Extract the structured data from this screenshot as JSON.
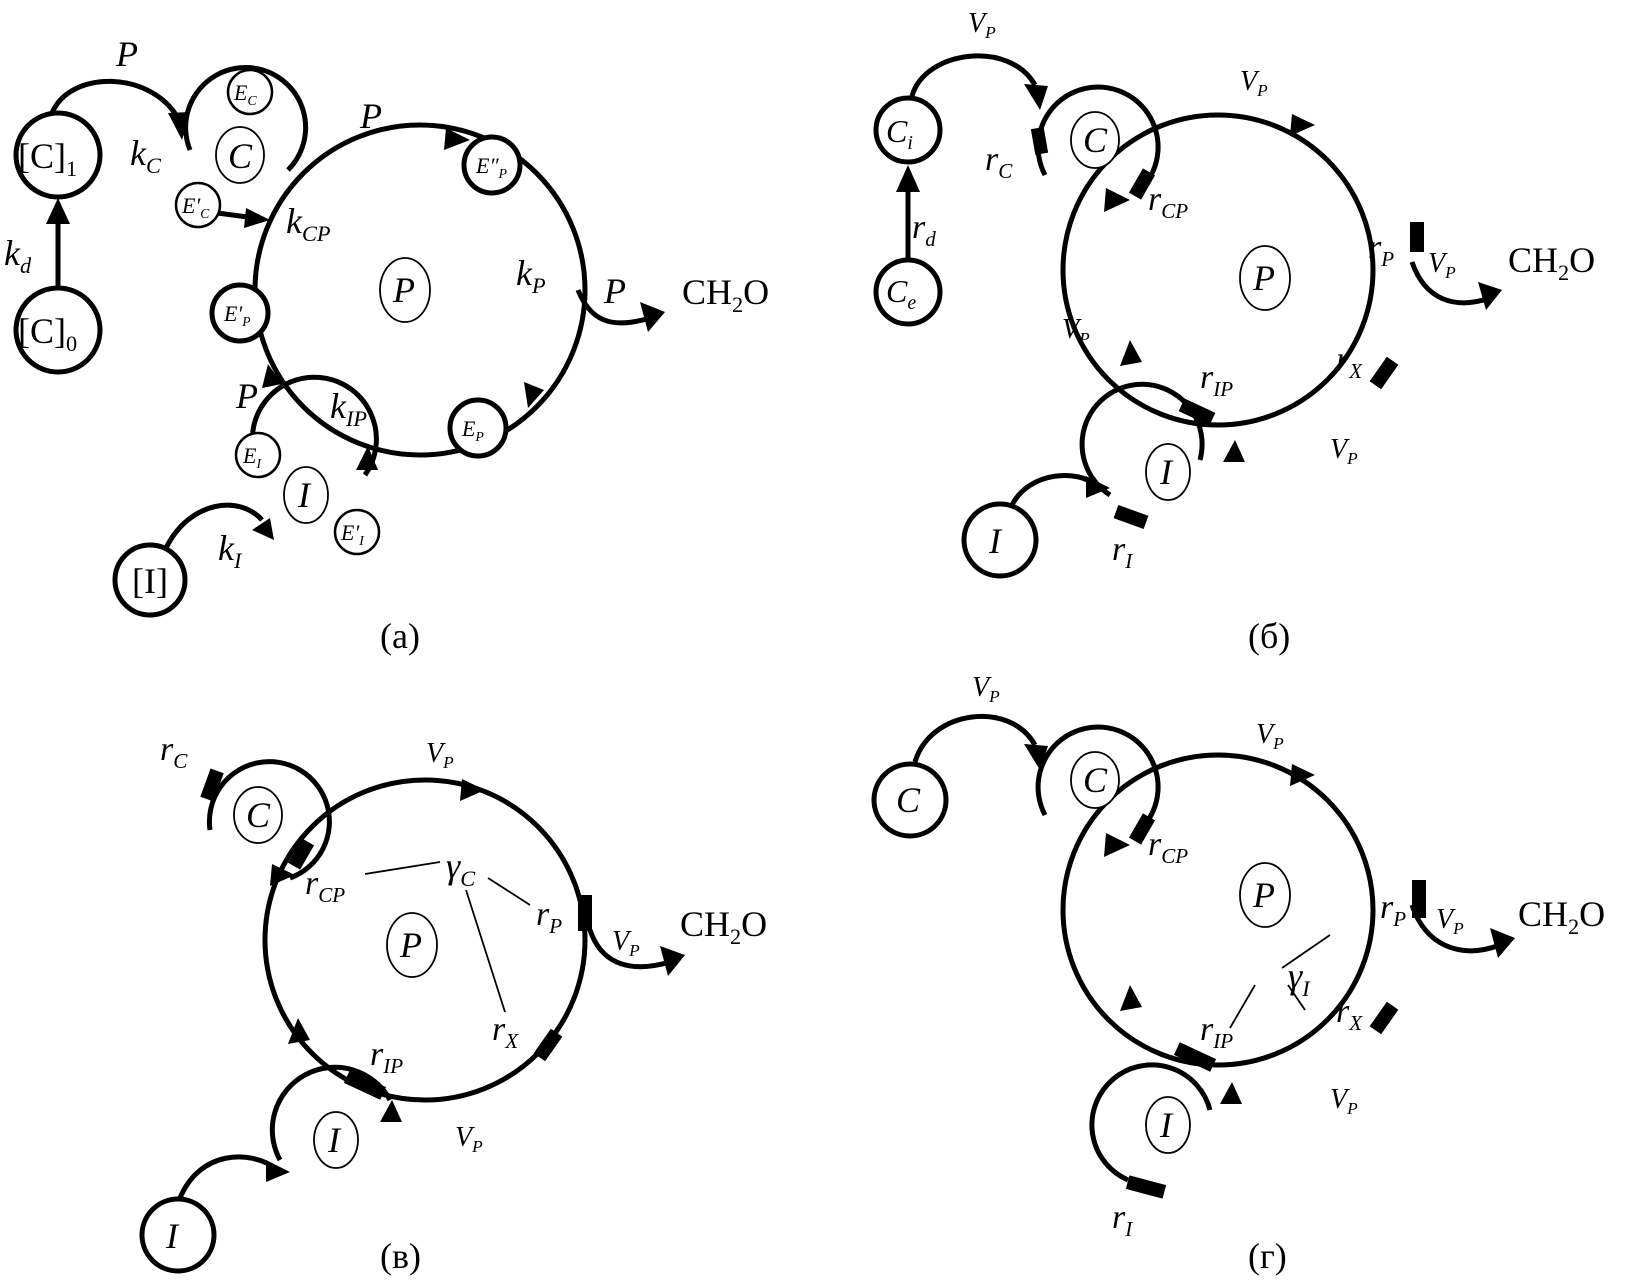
{
  "panels": {
    "a": {
      "caption": "(а)",
      "node_c1": "[C]",
      "node_c1_sub": "1",
      "node_c0": "[C]",
      "node_c0_sub": "0",
      "node_i": "[I]",
      "kd": "k",
      "kd_sub": "d",
      "kc": "k",
      "kc_sub": "C",
      "kcp": "k",
      "kcp_sub": "CP",
      "kp": "k",
      "kp_sub": "P",
      "kip": "k",
      "kip_sub": "IP",
      "ki": "k",
      "ki_sub": "I",
      "p_top": "P",
      "p_mid": "P",
      "p_out": "P",
      "p_low": "P",
      "circle_c": "C",
      "circle_p": "P",
      "circle_i": "I",
      "ec": "E",
      "ec_sub": "C",
      "ec_prime": "E′",
      "ec_prime_sub": "C",
      "ep_dprime": "E″",
      "ep_dprime_sub": "P",
      "ep_prime": "E′",
      "ep_prime_sub": "P",
      "ep": "E",
      "ep_sub": "P",
      "ei": "E",
      "ei_sub": "I",
      "ei_prime": "E′",
      "ei_prime_sub": "I",
      "product": "CH",
      "product_sub": "2",
      "product_tail": "O"
    },
    "b": {
      "caption": "(б)",
      "node_ci": "C",
      "node_ci_sub": "i",
      "node_ce": "C",
      "node_ce_sub": "e",
      "node_i": "I",
      "circle_c": "C",
      "circle_p": "P",
      "circle_i": "I",
      "rd": "r",
      "rd_sub": "d",
      "rc": "r",
      "rc_sub": "C",
      "rcp": "r",
      "rcp_sub": "CP",
      "rp": "r",
      "rp_sub": "P",
      "rx": "r",
      "rx_sub": "X",
      "rip": "r",
      "rip_sub": "IP",
      "ri": "r",
      "ri_sub": "I",
      "vp": "V",
      "vp_sub": "P",
      "product": "CH",
      "product_sub": "2",
      "product_tail": "O"
    },
    "v": {
      "caption": "(в)",
      "node_i": "I",
      "circle_c": "C",
      "circle_p": "P",
      "circle_i": "I",
      "rc": "r",
      "rc_sub": "C",
      "rcp": "r",
      "rcp_sub": "CP",
      "rp": "r",
      "rp_sub": "P",
      "rx": "r",
      "rx_sub": "X",
      "rip": "r",
      "rip_sub": "IP",
      "gamma": "γ",
      "gamma_sub": "C",
      "vp": "V",
      "vp_sub": "P",
      "product": "CH",
      "product_sub": "2",
      "product_tail": "O"
    },
    "g": {
      "caption": "(г)",
      "node_c": "C",
      "circle_c": "C",
      "circle_p": "P",
      "circle_i": "I",
      "rcp": "r",
      "rcp_sub": "CP",
      "rp": "r",
      "rp_sub": "P",
      "rx": "r",
      "rx_sub": "X",
      "rip": "r",
      "rip_sub": "IP",
      "ri": "r",
      "ri_sub": "I",
      "gamma": "γ",
      "gamma_sub": "I",
      "vp": "V",
      "vp_sub": "P",
      "product": "CH",
      "product_sub": "2",
      "product_tail": "O"
    }
  }
}
